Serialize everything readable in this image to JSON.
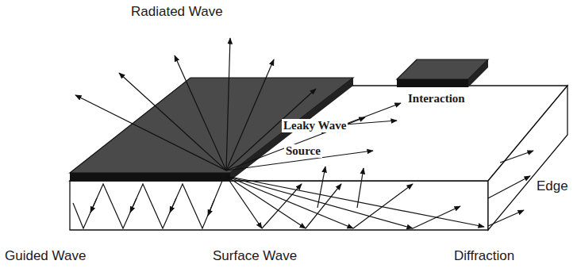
{
  "diagram": {
    "labels": [
      "Radiated Wave",
      "Leaky Wave",
      "Interaction",
      "Source",
      "Edge",
      "Guided Wave",
      "Surface Wave",
      "Diffraction"
    ]
  }
}
